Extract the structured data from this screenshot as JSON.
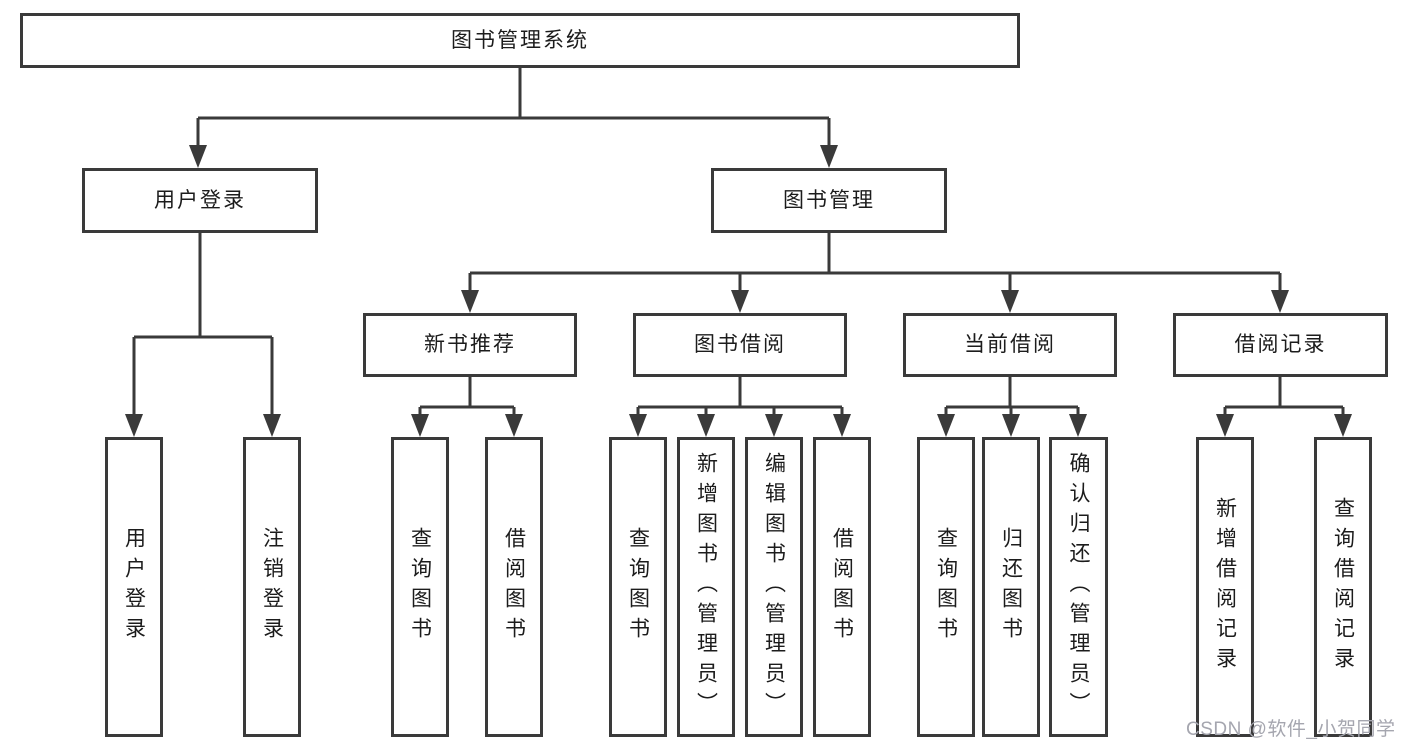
{
  "tree": {
    "root": {
      "label": "图书管理系统"
    },
    "level2": [
      {
        "label": "用户登录",
        "children": [
          {
            "label": "用户登录"
          },
          {
            "label": "注销登录"
          }
        ]
      },
      {
        "label": "图书管理",
        "children": [
          {
            "label": "新书推荐",
            "children": [
              {
                "label": "查询图书"
              },
              {
                "label": "借阅图书"
              }
            ]
          },
          {
            "label": "图书借阅",
            "children": [
              {
                "label": "查询图书"
              },
              {
                "label": "新增图书（管理员）"
              },
              {
                "label": "编辑图书（管理员）"
              },
              {
                "label": "借阅图书"
              }
            ]
          },
          {
            "label": "当前借阅",
            "children": [
              {
                "label": "查询图书"
              },
              {
                "label": "归还图书"
              },
              {
                "label": "确认归还（管理员）"
              }
            ]
          },
          {
            "label": "借阅记录",
            "children": [
              {
                "label": "新增借阅记录"
              },
              {
                "label": "查询借阅记录"
              }
            ]
          }
        ]
      }
    ]
  },
  "watermark": {
    "text": "CSDN @软件_小贺同学"
  },
  "colors": {
    "line": "#3a3a3a",
    "box_border": "#3a3a3a",
    "box_background": "#ffffff",
    "text": "#1c1c1c",
    "watermark_text": "#a5a6af",
    "background": "#ffffff"
  }
}
